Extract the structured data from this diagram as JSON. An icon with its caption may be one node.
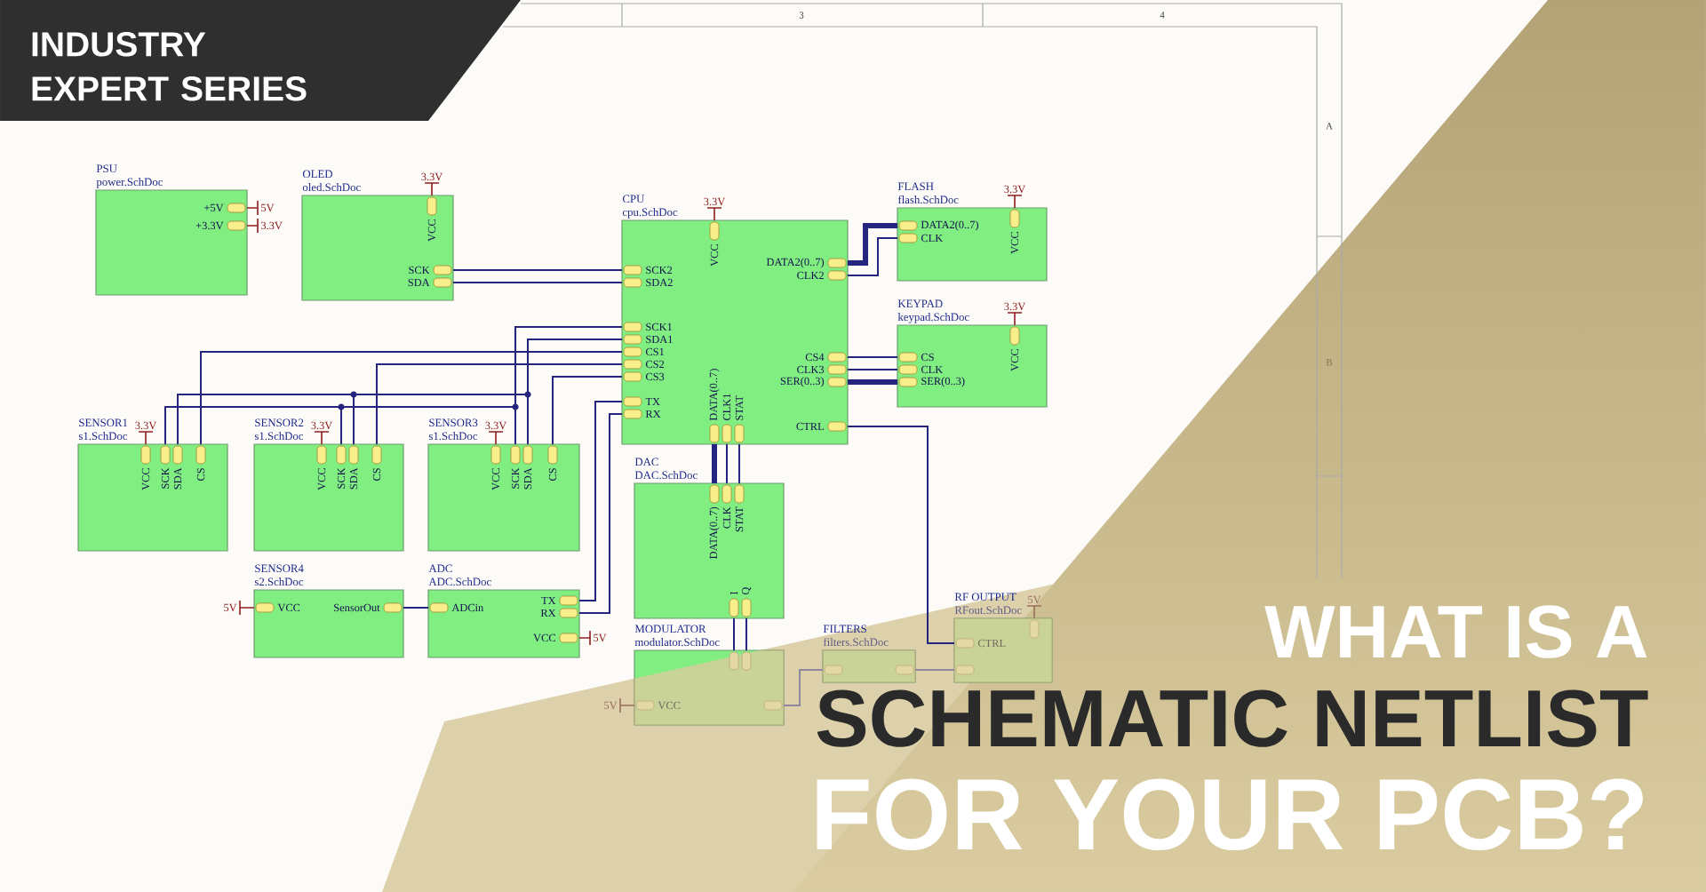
{
  "diagram": {
    "nodes": [
      {
        "text": [
          "INDUSTRY EXPERT SERIES"
        ]
      },
      {
        "text": [
          "PSU",
          "power.SchDoc",
          "+5V",
          "+3.3V"
        ]
      },
      {
        "text": [
          "OLED",
          "oled.SchDoc",
          "VCC",
          "SCK",
          "SDA"
        ]
      },
      {
        "text": [
          "CPU",
          "cpu.SchDoc",
          "VCC",
          "SCK2",
          "SDA2",
          "SCK1",
          "SDA1",
          "CS1",
          "CS2",
          "CS3",
          "TX",
          "RX",
          "DATA(0..7)",
          "CLK1",
          "STAT",
          "DATA2(0..7)",
          "CLK2",
          "CS4",
          "CLK3",
          "SER(0..3)",
          "CTRL"
        ]
      },
      {
        "text": [
          "FLASH",
          "flash.SchDoc",
          "DATA2(0..7)",
          "CLK",
          "VCC"
        ]
      },
      {
        "text": [
          "KEYPAD",
          "keypad.SchDoc",
          "CS",
          "CLK",
          "SER(0..3)",
          "VCC"
        ]
      },
      {
        "text": [
          "SENSOR1",
          "s1.SchDoc",
          "VCC",
          "SCK",
          "SDA",
          "CS"
        ]
      },
      {
        "text": [
          "SENSOR2",
          "s1.SchDoc",
          "VCC",
          "SCK",
          "SDA",
          "CS"
        ]
      },
      {
        "text": [
          "SENSOR3",
          "s1.SchDoc",
          "VCC",
          "SCK",
          "SDA",
          "CS"
        ]
      },
      {
        "text": [
          "DAC",
          "DAC.SchDoc",
          "DATA(0..7)",
          "CLK",
          "STAT",
          "I",
          "Q"
        ]
      },
      {
        "text": [
          "SENSOR4",
          "s2.SchDoc",
          "VCC",
          "SensorOut"
        ]
      },
      {
        "text": [
          "ADC",
          "ADC.SchDoc",
          "ADCin",
          "TX",
          "RX",
          "VCC"
        ]
      },
      {
        "text": [
          "MODULATOR",
          "modulator.SchDoc",
          "VCC"
        ]
      },
      {
        "text": [
          "FILTERS",
          "filters.SchDoc"
        ]
      },
      {
        "text": [
          "RF OUTPUT",
          "RFout.SchDoc",
          "CTRL"
        ]
      }
    ],
    "edges": [
      {
        "from": 2,
        "to": 3,
        "arrow": "none"
      },
      {
        "from": 2,
        "to": 3,
        "arrow": "none"
      },
      {
        "from": 3,
        "to": 4,
        "arrow": "none",
        "style": "thick"
      },
      {
        "from": 3,
        "to": 4,
        "arrow": "none"
      },
      {
        "from": 3,
        "to": 5,
        "arrow": "none"
      },
      {
        "from": 3,
        "to": 5,
        "arrow": "none"
      },
      {
        "from": 3,
        "to": 5,
        "arrow": "none",
        "style": "thick"
      },
      {
        "from": 3,
        "to": 14,
        "arrow": "none"
      },
      {
        "from": 3,
        "to": 6,
        "arrow": "none"
      },
      {
        "from": 3,
        "to": 7,
        "arrow": "none"
      },
      {
        "from": 3,
        "to": 8,
        "arrow": "none"
      },
      {
        "from": 3,
        "to": 6,
        "arrow": "none"
      },
      {
        "from": 3,
        "to": 7,
        "arrow": "none"
      },
      {
        "from": 3,
        "to": 8,
        "arrow": "none"
      },
      {
        "from": 3,
        "to": 6,
        "arrow": "none"
      },
      {
        "from": 3,
        "to": 7,
        "arrow": "none"
      },
      {
        "from": 3,
        "to": 8,
        "arrow": "none"
      },
      {
        "from": 3,
        "to": 11,
        "arrow": "none"
      },
      {
        "from": 3,
        "to": 11,
        "arrow": "none"
      },
      {
        "from": 3,
        "to": 9,
        "arrow": "none",
        "style": "thick"
      },
      {
        "from": 3,
        "to": 9,
        "arrow": "none"
      },
      {
        "from": 3,
        "to": 9,
        "arrow": "none"
      },
      {
        "from": 10,
        "to": 11,
        "arrow": "none"
      },
      {
        "from": 9,
        "to": 12,
        "arrow": "none"
      },
      {
        "from": 9,
        "to": 12,
        "arrow": "none"
      },
      {
        "from": 12,
        "to": 13,
        "arrow": "none",
        "color": "#8e89a0"
      },
      {
        "from": 13,
        "to": 14,
        "arrow": "none",
        "color": "#8e89a0"
      }
    ],
    "labels": [
      "3",
      "4",
      "A",
      "B",
      "5V",
      "3.3V",
      "3.3V",
      "3.3V",
      "3.3V",
      "3.3V",
      "3.3V",
      "3.3V",
      "3.3V",
      "5V",
      "5V",
      "5V",
      "5V",
      "WHAT IS A",
      "SCHEMATIC NETLIST",
      "FOR YOUR PCB?"
    ]
  }
}
